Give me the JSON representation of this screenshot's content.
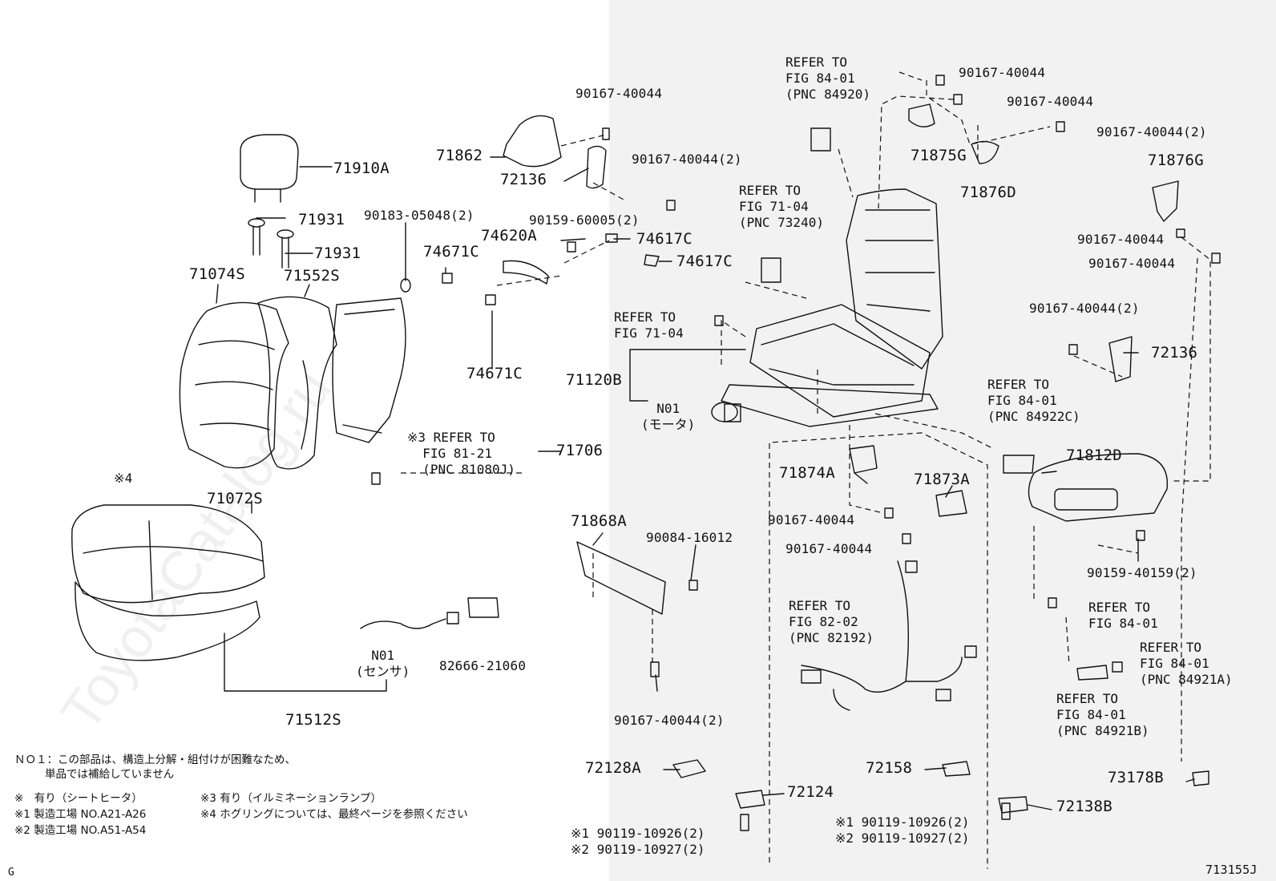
{
  "watermark": "ToyotaCatalog.ru",
  "diagram_code": "713155J",
  "corner_mark": "G",
  "labels": {
    "p71910A": "71910A",
    "p71931a": "71931",
    "p71931b": "71931",
    "p71074S": "71074S",
    "p71552S": "71552S",
    "p71862": "71862",
    "p72136a": "72136",
    "p90167_a": "90167-40044",
    "p90167_2a": "90167-40044(2)",
    "p90183": "90183-05048(2)",
    "p90159_60005": "90159-60005(2)",
    "p74620A": "74620A",
    "p74617Ca": "74617C",
    "p74617Cb": "74617C",
    "p74671Ca": "74671C",
    "p74671Cb": "74671C",
    "p71120B": "71120B",
    "p71706": "71706",
    "p71072S": "71072S",
    "p71512S": "71512S",
    "p82666": "82666-21060",
    "p71868A": "71868A",
    "p90084": "90084-16012",
    "p90167_2b": "90167-40044(2)",
    "p71874A": "71874A",
    "p71873A": "71873A",
    "p90167_b": "90167-40044",
    "p90167_c": "90167-40044",
    "p72128A": "72128A",
    "p72124": "72124",
    "p72158": "72158",
    "p72138B": "72138B",
    "p73178B": "73178B",
    "p90167_r1": "90167-40044",
    "p90167_r2": "90167-40044",
    "p90167_r3": "90167-40044(2)",
    "p71875G": "71875G",
    "p71876D": "71876D",
    "p71876G": "71876G",
    "p90167_r4": "90167-40044",
    "p90167_r5": "90167-40044",
    "p90167_r6": "90167-40044(2)",
    "p72136b": "72136",
    "p71812D": "71812D",
    "p90159_40159": "90159-40159(2)",
    "note4": "※4"
  },
  "blocks": {
    "refer_top": "REFER TO\nFIG 84-01\n(PNC 84920)",
    "refer_7104p": "REFER TO\nFIG 71-04\n(PNC 73240)",
    "refer_7104": "REFER TO\nFIG 71-04",
    "refer_8121": "※3 REFER TO\n  FIG 81-21\n  (PNC 81080J)",
    "n01_motor": "N01\n(モータ)",
    "n01_sensor": "N01\n(センサ)",
    "refer_84922": "REFER TO\nFIG 84-01\n(PNC 84922C)",
    "refer_8202": "REFER TO\nFIG 82-02\n(PNC 82192)",
    "refer_8401a": "REFER TO\nFIG 84-01",
    "refer_84921a": "REFER TO\nFIG 84-01\n(PNC 84921A)",
    "refer_84921b": "REFER TO\nFIG 84-01\n(PNC 84921B)",
    "bolt_left": "※1 90119-10926(2)\n※2 90119-10927(2)",
    "bolt_right": "※1 90119-10926(2)\n※2 90119-10927(2)"
  },
  "notes": {
    "n01_line1": "ＮＯ１：この部品は、構造上分解・組付けが困難なため、",
    "n01_line2": "単品では補給していません",
    "ref0": "※　有り（シートヒータ）",
    "ref3": "※3 有り（イルミネーションランプ）",
    "ref1": "※1 製造工場 NO.A21-A26",
    "ref4": "※4 ホグリングについては、最終ページを参照ください",
    "ref2": "※2 製造工場 NO.A51-A54"
  }
}
